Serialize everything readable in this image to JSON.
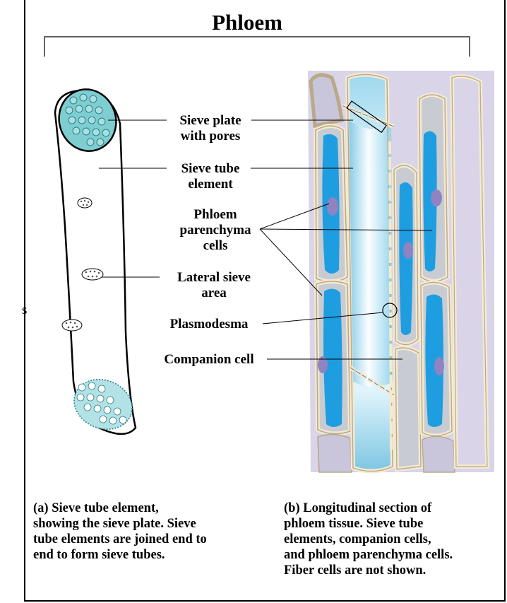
{
  "title": "Phloem",
  "labels": {
    "sieve_plate": [
      "Sieve plate",
      "with pores"
    ],
    "sieve_tube_element": [
      "Sieve tube",
      "element"
    ],
    "phloem_parenchyma": [
      "Phloem",
      "parenchyma",
      "cells"
    ],
    "lateral_sieve_area": [
      "Lateral sieve",
      "area"
    ],
    "plasmodesma": "Plasmodesma",
    "companion_cell": "Companion cell"
  },
  "captions": {
    "a": [
      "(a) Sieve tube element,",
      "showing the sieve plate. Sieve",
      "tube elements are joined end to",
      "end to form sieve tubes."
    ],
    "b": [
      "(b) Longitudinal section of",
      "phloem tissue. Sieve tube",
      "elements, companion cells,",
      "and phloem parenchyma cells.",
      "Fiber cells are not shown."
    ]
  },
  "stray_glyph": "s",
  "colors": {
    "sieve_plate_fill": "#7ecdd0",
    "vacuole": "#1e9ee0",
    "nucleus": "#8f83c2",
    "cell_wall": "#f4ead2",
    "cytoplasm": "#c8ccd2"
  }
}
